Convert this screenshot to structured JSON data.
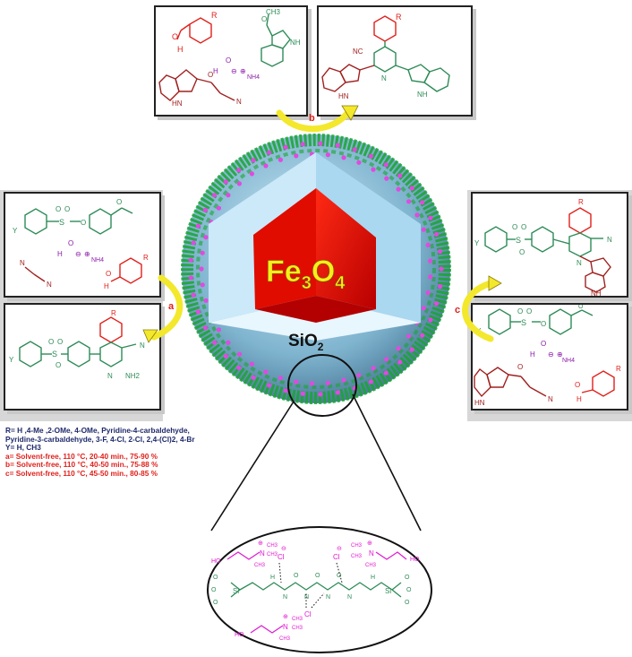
{
  "colors": {
    "reactant_green": "#2e8b57",
    "indole_red": "#a0211f",
    "aldehyde_red": "#e0201b",
    "salt_purple": "#8a1aa8",
    "conditions_blue": "#1f2a6b",
    "conditions_red": "#e0201b",
    "arrow_yellow": "#f3e82c",
    "shell_green": "#1aa531",
    "shell_dots": "#e04ae0",
    "ligand_magenta": "#e01bd0"
  },
  "core": {
    "label": "Fe3O4",
    "label_main": "Fe",
    "sub1": "3",
    "o": "O",
    "sub2": "4"
  },
  "shell": {
    "label_main": "SiO",
    "sub": "2"
  },
  "arrows": {
    "a": "a",
    "b": "b",
    "c": "c"
  },
  "top_left": {
    "r": "R",
    "h": "H",
    "ch3": "CH3",
    "nh": "NH",
    "formate_h": "H",
    "o": "O",
    "neg": "⊖",
    "pos": "⊕",
    "nh4": "NH4",
    "hn": "HN",
    "o2": "O",
    "n": "N"
  },
  "top_right": {
    "r": "R",
    "nc": "NC",
    "hn": "HN",
    "n": "N",
    "nh": "NH"
  },
  "left_top": {
    "y": "Y",
    "s": "S",
    "o1": "O",
    "o2": "O",
    "o3": "O",
    "o4": "O",
    "n1": "N",
    "n2": "N",
    "formate_h": "H",
    "fo": "O",
    "neg": "⊖",
    "pos": "⊕",
    "nh4": "NH4",
    "r": "R",
    "h": "H",
    "ao": "O"
  },
  "left_bottom": {
    "r": "R",
    "y": "Y",
    "s": "S",
    "o1": "O",
    "o2": "O",
    "o3": "O",
    "n": "N",
    "cn": "N",
    "nh2": "NH2"
  },
  "right_top": {
    "r": "R",
    "y": "Y",
    "s": "S",
    "o1": "O",
    "o2": "O",
    "o3": "O",
    "n": "N",
    "cn": "N",
    "nh": "NH"
  },
  "right_bottom": {
    "y": "Y",
    "s": "S",
    "o1": "O",
    "o2": "O",
    "o3": "O",
    "o4": "O",
    "formate_h": "H",
    "fo": "O",
    "neg": "⊖",
    "pos": "⊕",
    "nh4": "NH4",
    "hn": "HN",
    "o5": "O",
    "n": "N",
    "r": "R",
    "h": "H",
    "ao": "O"
  },
  "conditions": {
    "r_line1": "R= H ,4-Me ,2-OMe, 4-OMe, Pyridine-4-carbaldehyde,",
    "r_line2": "Pyridine-3-carbaldehyde, 3-F, 4-Cl, 2-Cl, 2,4-(Cl)2, 4-Br",
    "y_line": "Y= H, CH3",
    "a_line": "a= Solvent-free, 110 °C, 20-40 min., 75-90 %",
    "b_line": "b= Solvent-free, 110 °C, 40-50 min., 75-88 %",
    "c_line": "c= Solvent-free, 110 °C, 45-50 min., 80-85 %"
  },
  "ligand": {
    "ho1": "HO",
    "n1": "N",
    "ch3a": "CH3",
    "ch3b": "CH3",
    "ch3c": "CH3",
    "cl1": "Cl",
    "cl2": "Cl",
    "cl3": "Cl",
    "minus": "⊖",
    "plus": "⊕",
    "ho2": "HO",
    "n2": "N",
    "ch3d": "CH3",
    "ch3e": "CH3",
    "ch3f": "CH3",
    "ho3": "HO",
    "n3": "N",
    "ch3g": "CH3",
    "ch3h": "CH3",
    "ch3i": "CH3",
    "si1": "Si",
    "si2": "Si",
    "o": "O",
    "h": "H",
    "n": "N"
  }
}
